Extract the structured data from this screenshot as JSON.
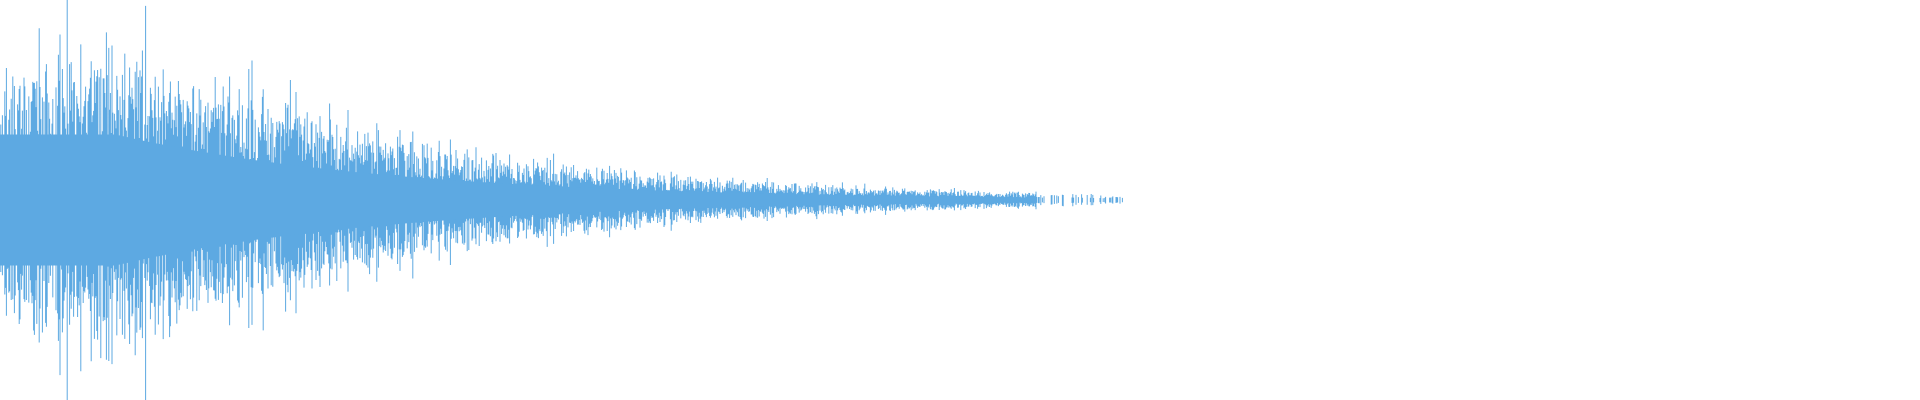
{
  "waveform": {
    "color": "#5DA9E2",
    "background": "#FFFFFF",
    "type": "audio-waveform",
    "envelope": {
      "shape": "exponential-decay",
      "peak_amplitude": 0.78,
      "peak_position": 0.06,
      "tail_end_position": 0.585,
      "sparse_after_position": 0.54
    }
  }
}
